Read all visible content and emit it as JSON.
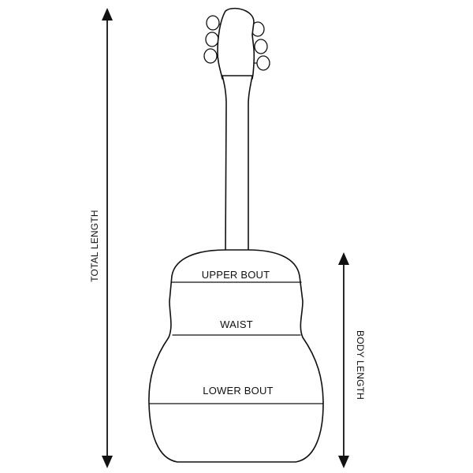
{
  "labels": {
    "upper_bout": "UPPER BOUT",
    "waist": "WAIST",
    "lower_bout": "LOWER BOUT",
    "total_length": "TOTAL LENGTH",
    "body_length": "BODY LENGTH"
  },
  "colors": {
    "ink": "#111111",
    "background": "#ffffff"
  }
}
